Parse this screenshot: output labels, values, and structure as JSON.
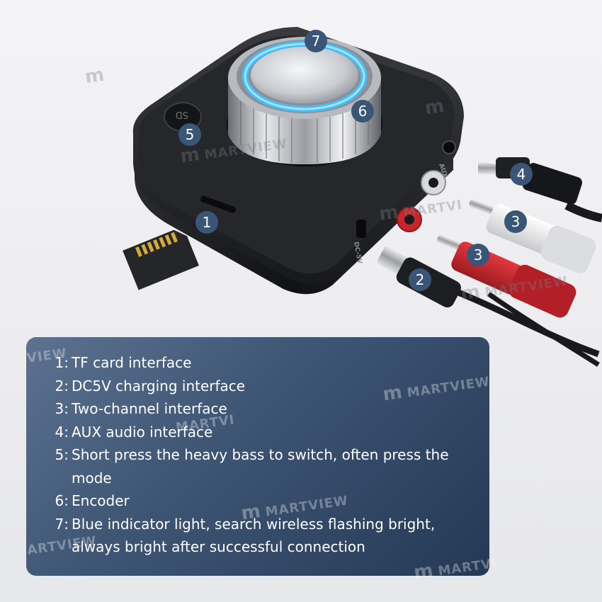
{
  "badges": [
    "1",
    "2",
    "3",
    "3",
    "4",
    "5",
    "6",
    "7"
  ],
  "labels": {
    "sd": "SD",
    "aux": "AUX",
    "dc": "DC-5V"
  },
  "watermark": "MARTVIEW",
  "watermark_fragments": [
    "VIEW",
    "ARTVIEW",
    "MARTVI"
  ],
  "features": [
    {
      "num": "1:",
      "text": "TF card interface"
    },
    {
      "num": "2:",
      "text": "DC5V charging interface"
    },
    {
      "num": "3:",
      "text": "Two-channel interface"
    },
    {
      "num": "4:",
      "text": "AUX audio interface"
    },
    {
      "num": "5:",
      "text": "Short press the heavy bass to switch, often press the mode"
    },
    {
      "num": "6:",
      "text": "Encoder"
    },
    {
      "num": "7:",
      "text": "Blue indicator light, search wireless flashing bright, always bright after successful connection"
    }
  ],
  "colors": {
    "badge": "#3a5677",
    "indicator": "#3ec3ff",
    "device": "#1b1c1f",
    "rca_red": "#c8242b",
    "rca_white": "#e9e9ea",
    "panel": "#3f5675"
  }
}
